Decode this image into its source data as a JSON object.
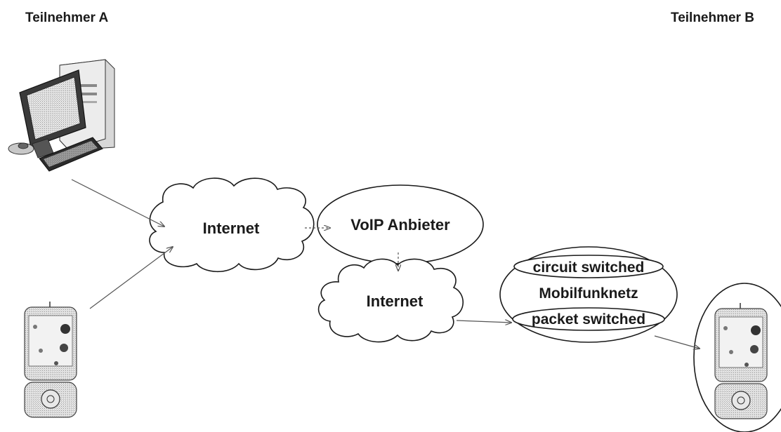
{
  "participants": {
    "left": "Teilnehmer A",
    "right": "Teilnehmer B"
  },
  "nodes": {
    "internet_top": "Internet",
    "voip": "VoIP Anbieter",
    "internet_bottom": "Internet",
    "mobile_network": {
      "title": "Mobilfunknetz",
      "circuit": "circuit switched",
      "packet": "packet switched"
    }
  },
  "icons": {
    "computer": "desktop-computer-icon",
    "phone_a": "pda-phone-icon",
    "phone_b": "pda-phone-icon"
  }
}
